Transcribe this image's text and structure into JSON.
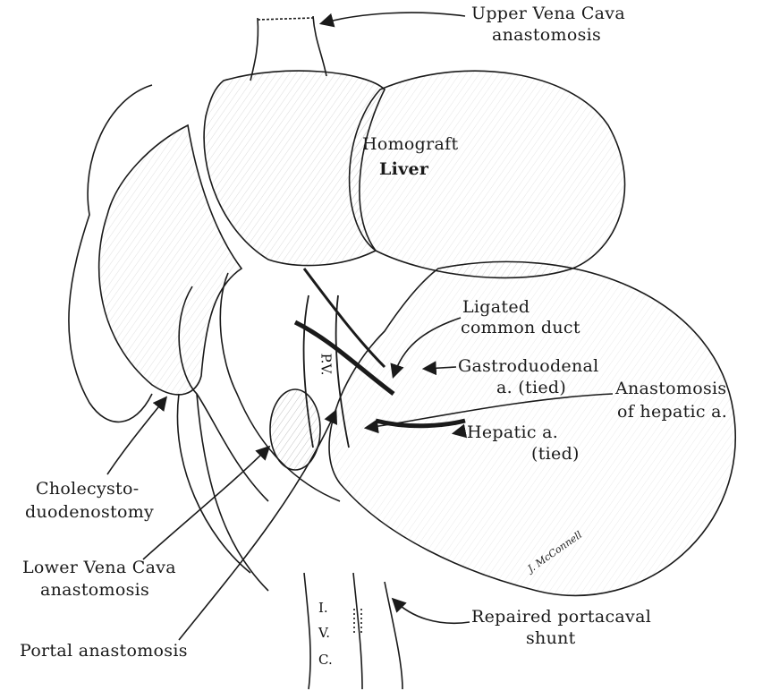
{
  "figure": {
    "labels": {
      "upper_vena_cava": [
        "Upper Vena Cava",
        "anastomosis"
      ],
      "homograft_liver": [
        "Homograft",
        "Liver"
      ],
      "ligated_common_duct": [
        "Ligated",
        "common duct"
      ],
      "gastroduodenal": [
        "Gastroduodenal",
        "a. (tied)"
      ],
      "anastomosis_hepatic": [
        "Anastomosis",
        "of hepatic a."
      ],
      "hepatic_tied": [
        "Hepatic a.",
        "(tied)"
      ],
      "cholecysto": [
        "Cholecysto-",
        "duodenostomy"
      ],
      "lower_vena_cava": [
        "Lower Vena Cava",
        "anastomosis"
      ],
      "portal_anastomosis": "Portal anastomosis",
      "repaired_shunt": [
        "Repaired portacaval",
        "shunt"
      ],
      "pv": "P.V.",
      "ivc": [
        "I.",
        "V.",
        "C."
      ]
    },
    "signature": "J. McConnell",
    "ink_color": "#1a1a1a"
  }
}
